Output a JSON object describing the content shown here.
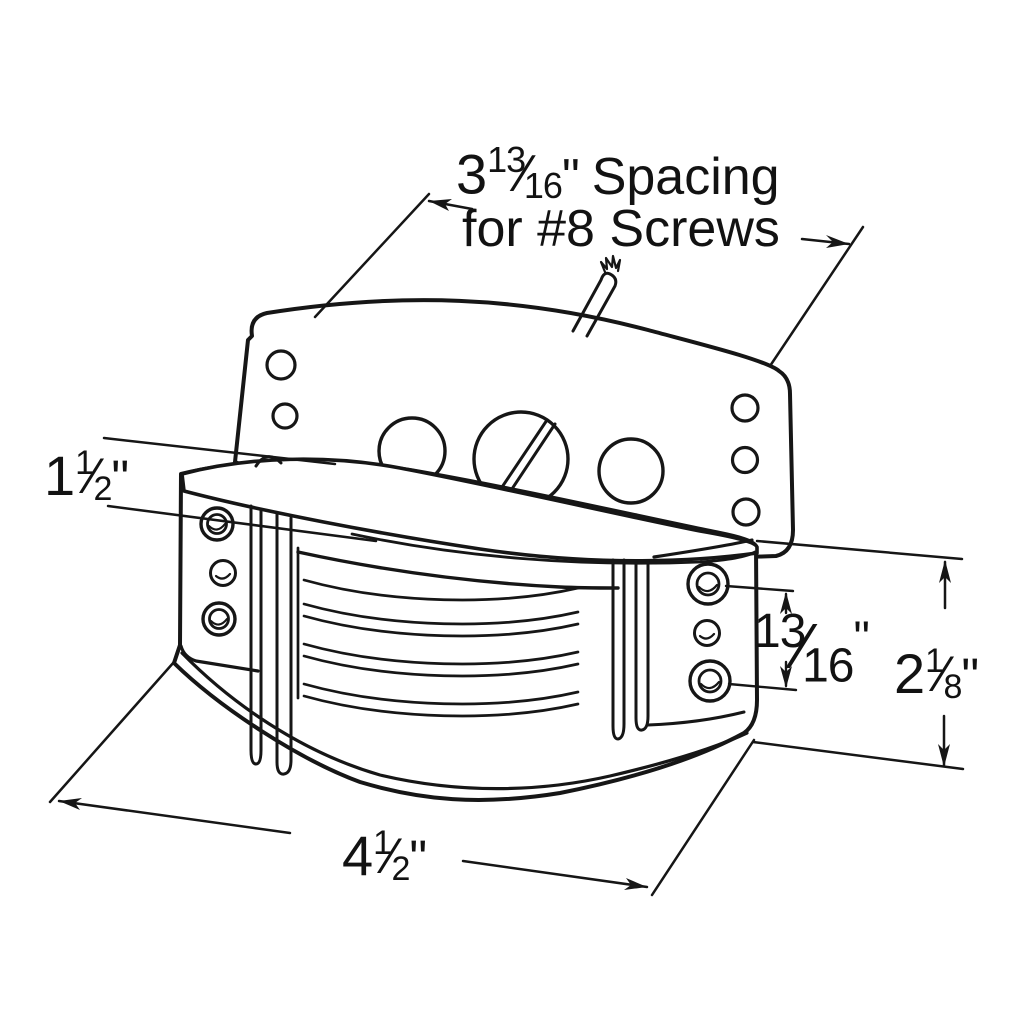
{
  "figure": {
    "type": "technical-line-drawing",
    "subject": "Two-piece mounting bracket with wire lead, shown with screw-hole spacing dimensions",
    "line_color": "#161616",
    "background_color": "#ffffff"
  },
  "glyphs": {
    "fraction_slash": "⁄"
  },
  "dims": {
    "screw_spacing": {
      "whole": "3",
      "num": "13",
      "den": "16",
      "unit": "\"",
      "suffix": "Spacing",
      "line2": "for #8 Screws"
    },
    "offset_left": {
      "whole": "1",
      "num": "1",
      "den": "2",
      "unit": "\""
    },
    "hole_spacing": {
      "num": "13",
      "den": "16",
      "unit": "\""
    },
    "height": {
      "whole": "2",
      "num": "1",
      "den": "8",
      "unit": "\""
    },
    "width": {
      "whole": "4",
      "num": "1",
      "den": "2",
      "unit": "\""
    }
  }
}
